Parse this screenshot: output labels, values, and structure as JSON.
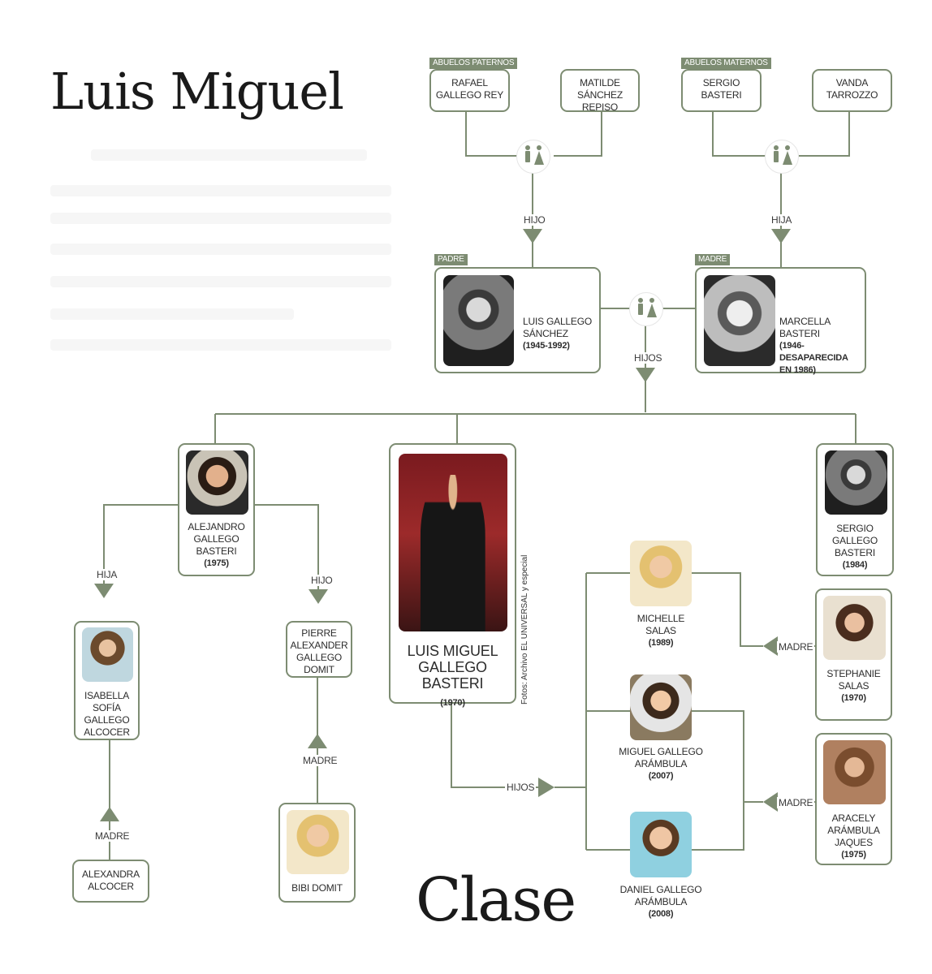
{
  "title": "Luis Miguel",
  "brand": "Clase",
  "credit": "Fotos: Archivo EL UNIVERSAL y especial",
  "colors": {
    "accent": "#7d8c72",
    "text": "#2c2c2c"
  },
  "icons": {
    "wedding": "couple-icon"
  },
  "grandparents": {
    "paternal_tag": "ABUELOS PATERNOS",
    "maternal_tag": "ABUELOS MATERNOS",
    "rafael": [
      "RAFAEL",
      "GALLEGO REY"
    ],
    "matilde": [
      "MATILDE",
      "SÁNCHEZ REPISO"
    ],
    "sergio": [
      "SERGIO",
      "BASTERI"
    ],
    "vanda": [
      "VANDA",
      "TARROZZO"
    ]
  },
  "links": {
    "hijo": "HIJO",
    "hija": "HIJA",
    "hijos": "HIJOS",
    "madre": "MADRE"
  },
  "parents": {
    "padre_tag": "PADRE",
    "madre_tag": "MADRE",
    "father": [
      "LUIS GALLEGO",
      "SÁNCHEZ",
      "(1945-1992)"
    ],
    "mother": [
      "MARCELLA BASTERI",
      "(1946-DESAPARECIDA",
      "EN 1986)"
    ]
  },
  "children": {
    "alejandro": [
      "ALEJANDRO",
      "GALLEGO BASTERI",
      "(1975)"
    ],
    "luis_miguel": [
      "LUIS MIGUEL",
      "GALLEGO BASTERI",
      "(1970)"
    ],
    "sergio": [
      "SERGIO GALLEGO",
      "BASTERI",
      "(1984)"
    ]
  },
  "grandchildren": {
    "isabella": [
      "ISABELLA",
      "SOFÍA GALLEGO",
      "ALCOCER"
    ],
    "pierre": [
      "PIERRE",
      "ALEXANDER",
      "GALLEGO DOMIT"
    ],
    "michelle": [
      "MICHELLE",
      "SALAS",
      "(1989)"
    ],
    "miguel": [
      "MIGUEL GALLEGO",
      "ARÁMBULA",
      "(2007)"
    ],
    "daniel": [
      "DANIEL GALLEGO",
      "ARÁMBULA",
      "(2008)"
    ]
  },
  "mothers": {
    "alexandra": [
      "ALEXANDRA",
      "ALCOCER"
    ],
    "bibi": [
      "BIBI DOMIT"
    ],
    "stephanie": [
      "STEPHANIE",
      "SALAS",
      "(1970)"
    ],
    "aracely": [
      "ARACELY",
      "ARÁMBULA JAQUES",
      "(1975)"
    ]
  }
}
